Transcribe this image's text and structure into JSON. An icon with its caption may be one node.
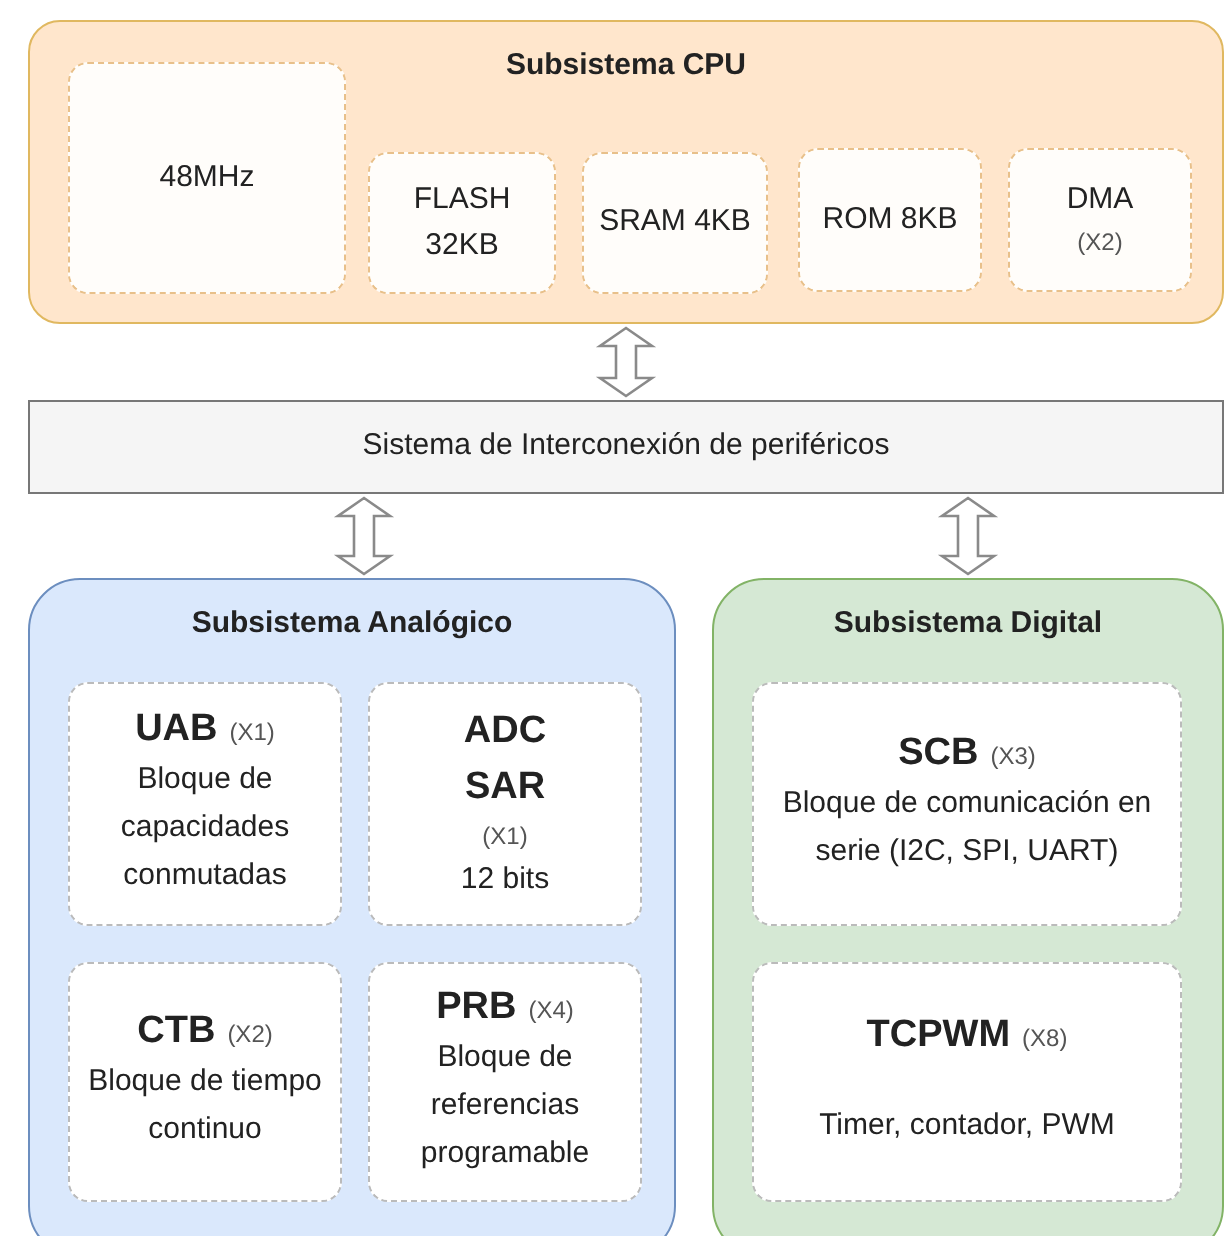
{
  "diagram": {
    "nodes": [
      {
        "text": [
          "Subsistema CPU"
        ]
      },
      {
        "text": [
          "48MHz"
        ],
        "in": 0
      },
      {
        "text": [
          "FLASH 32KB"
        ],
        "in": 0
      },
      {
        "text": [
          "SRAM 4KB"
        ],
        "in": 0
      },
      {
        "text": [
          "ROM 8KB"
        ],
        "in": 0
      },
      {
        "text": [
          "DMA",
          "(X2)"
        ],
        "in": 0
      },
      {
        "text": [
          "Sistema de Interconexión de periféricos"
        ]
      },
      {
        "text": [
          "Subsistema Analógico"
        ]
      },
      {
        "text": [
          "UAB",
          "(X1)",
          "Bloque de capacidades conmutadas"
        ],
        "in": 7
      },
      {
        "text": [
          "ADC SAR",
          "(X1)",
          "12 bits"
        ],
        "in": 7
      },
      {
        "text": [
          "CTB",
          "(X2)",
          "Bloque de tiempo continuo"
        ],
        "in": 7
      },
      {
        "text": [
          "PRB",
          "(X4)",
          "Bloque de referencias programable"
        ],
        "in": 7
      },
      {
        "text": [
          "Subsistema Digital"
        ]
      },
      {
        "text": [
          "SCB",
          "(X3)",
          "Bloque de comunicación en serie (I2C, SPI, UART)"
        ],
        "in": 12
      },
      {
        "text": [
          "TCPWM",
          "(X8)",
          "Timer, contador, PWM"
        ],
        "in": 12
      }
    ],
    "edges": [
      {
        "from": 0,
        "to": 6,
        "arrow": "both"
      },
      {
        "from": 6,
        "to": 7,
        "arrow": "both"
      },
      {
        "from": 6,
        "to": 12,
        "arrow": "both"
      }
    ]
  }
}
